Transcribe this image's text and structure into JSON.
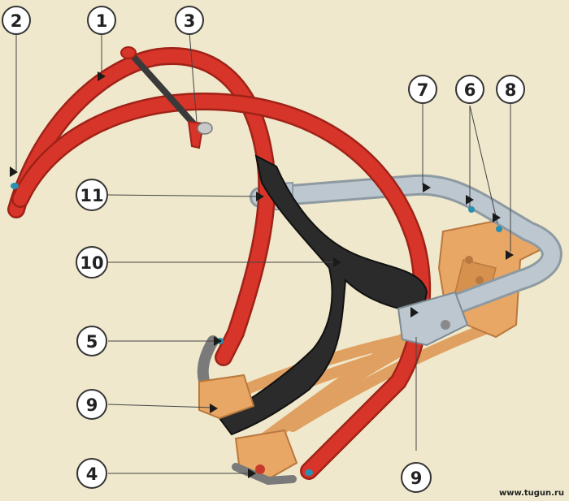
{
  "callouts": [
    {
      "id": "c2",
      "label": "2"
    },
    {
      "id": "c1",
      "label": "1"
    },
    {
      "id": "c3",
      "label": "3"
    },
    {
      "id": "c7",
      "label": "7"
    },
    {
      "id": "c6",
      "label": "6"
    },
    {
      "id": "c8",
      "label": "8"
    },
    {
      "id": "c11",
      "label": "11"
    },
    {
      "id": "c10",
      "label": "10"
    },
    {
      "id": "c5",
      "label": "5"
    },
    {
      "id": "c9a",
      "label": "9"
    },
    {
      "id": "c4",
      "label": "4"
    },
    {
      "id": "c9b",
      "label": "9"
    }
  ],
  "watermark": "www.tugun.ru",
  "colors": {
    "background": "#efe8cc",
    "red_rod": "#d8352a",
    "grey_rod": "#b8c4cc",
    "black_strap": "#2b2b2b",
    "orange_part": "#e0a061"
  }
}
